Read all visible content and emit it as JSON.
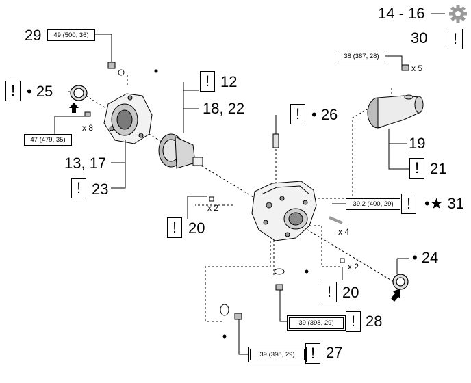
{
  "labels": {
    "l14_16": "14 - 16",
    "l29": "29",
    "l30": "30",
    "l12": "12",
    "l18_22": "18, 22",
    "l25": "• 25",
    "l26": "• 26",
    "l19": "19",
    "l21": "21",
    "l13_17": "13, 17",
    "l23": "23",
    "l20a": "20",
    "l31": "•★ 31",
    "l24": "• 24",
    "l20b": "20",
    "l28": "28",
    "l27": "27"
  },
  "torque": {
    "t29": "49 (500, 36)",
    "t38": "38 (387, 28)",
    "t47": "47 (479, 35)",
    "t392": "39.2 (400, 29)",
    "t28": "39 (398, 29)",
    "t27": "39 (398, 29)"
  },
  "qty": {
    "x5": "x 5",
    "x8": "x 8",
    "x2a": "x 2",
    "x4": "x 4",
    "x2b": "x 2"
  },
  "notice_symbol": "!",
  "icons": {
    "settings": "gear-icon",
    "arrow": "up-arrow-icon"
  },
  "colors": {
    "line": "#000000",
    "part_fill": "#f2f2f2",
    "part_shade": "#9a9a9a",
    "gear_icon": "#9a9a9a"
  }
}
